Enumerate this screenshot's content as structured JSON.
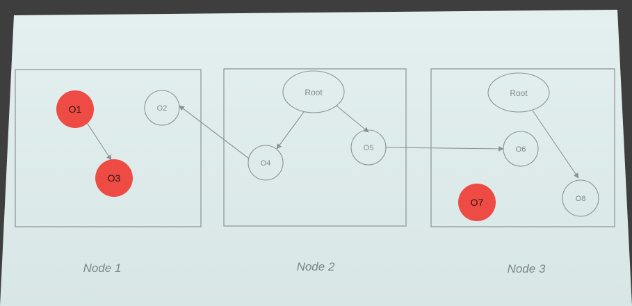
{
  "nodes": [
    {
      "label": "Node 1"
    },
    {
      "label": "Node 2"
    },
    {
      "label": "Node 3"
    }
  ],
  "objects": {
    "o1": {
      "label": "O1",
      "highlighted": true
    },
    "o2": {
      "label": "O2",
      "highlighted": false
    },
    "o3": {
      "label": "O3",
      "highlighted": true
    },
    "o4": {
      "label": "O4",
      "highlighted": false
    },
    "o5": {
      "label": "O5",
      "highlighted": false
    },
    "o6": {
      "label": "O6",
      "highlighted": false
    },
    "o7": {
      "label": "O7",
      "highlighted": true
    },
    "o8": {
      "label": "O8",
      "highlighted": false
    },
    "root2": {
      "label": "Root"
    },
    "root3": {
      "label": "Root"
    }
  },
  "edges": [
    {
      "from": "O1",
      "to": "O3"
    },
    {
      "from": "O4",
      "to": "O2"
    },
    {
      "from": "Root",
      "to": "O4"
    },
    {
      "from": "Root",
      "to": "O5"
    },
    {
      "from": "O5",
      "to": "O6"
    },
    {
      "from": "Root",
      "to": "O8"
    }
  ],
  "colors": {
    "highlight": "#ee4b45",
    "outline": "#8a9292",
    "screen": "#e6f1f1"
  }
}
